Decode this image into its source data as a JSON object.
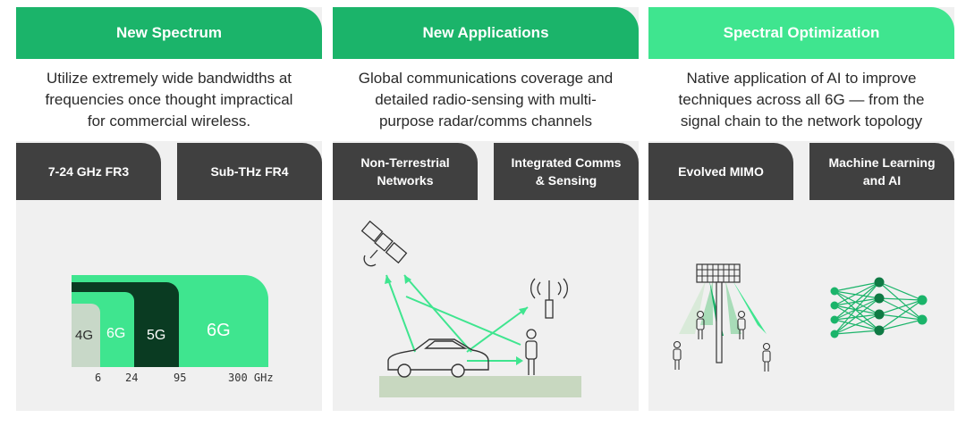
{
  "panels": [
    {
      "header": "New Spectrum",
      "description_lines": [
        "Utilize extremely wide bandwidths at",
        "frequencies once thought impractical",
        "for commercial wireless."
      ],
      "tabs": [
        {
          "label": "7-24 GHz FR3"
        },
        {
          "label": "Sub-THz FR4"
        }
      ]
    },
    {
      "header": "New Applications",
      "description_lines": [
        "Global communications coverage and",
        "detailed radio-sensing with multi-",
        "purpose radar/comms channels"
      ],
      "tabs": [
        {
          "lines": [
            "Non-Terrestrial",
            "Networks"
          ]
        },
        {
          "lines": [
            "Integrated Comms",
            "& Sensing"
          ]
        }
      ]
    },
    {
      "header": "Spectral Optimization",
      "description_lines": [
        "Native application of AI to improve",
        "techniques across all 6G — from the",
        "signal chain to the network topology"
      ],
      "tabs": [
        {
          "label": "Evolved MIMO"
        },
        {
          "lines": [
            "Machine Learning",
            "and AI"
          ]
        }
      ]
    }
  ],
  "spectrum": {
    "bands": [
      "4G",
      "6G",
      "5G",
      "6G"
    ],
    "ticks": [
      "6",
      "24",
      "95",
      "300 GHz"
    ]
  },
  "icons": {
    "satellite": "satellite-icon",
    "tower": "cell-tower-icon",
    "car": "car-icon",
    "person": "person-icon",
    "mimo": "antenna-array-icon",
    "network": "neural-network-icon"
  },
  "colors": {
    "dark_green": "#1bb46a",
    "light_green": "#3fe58f",
    "deep_green": "#0a3b22",
    "tab_gray": "#404040"
  }
}
